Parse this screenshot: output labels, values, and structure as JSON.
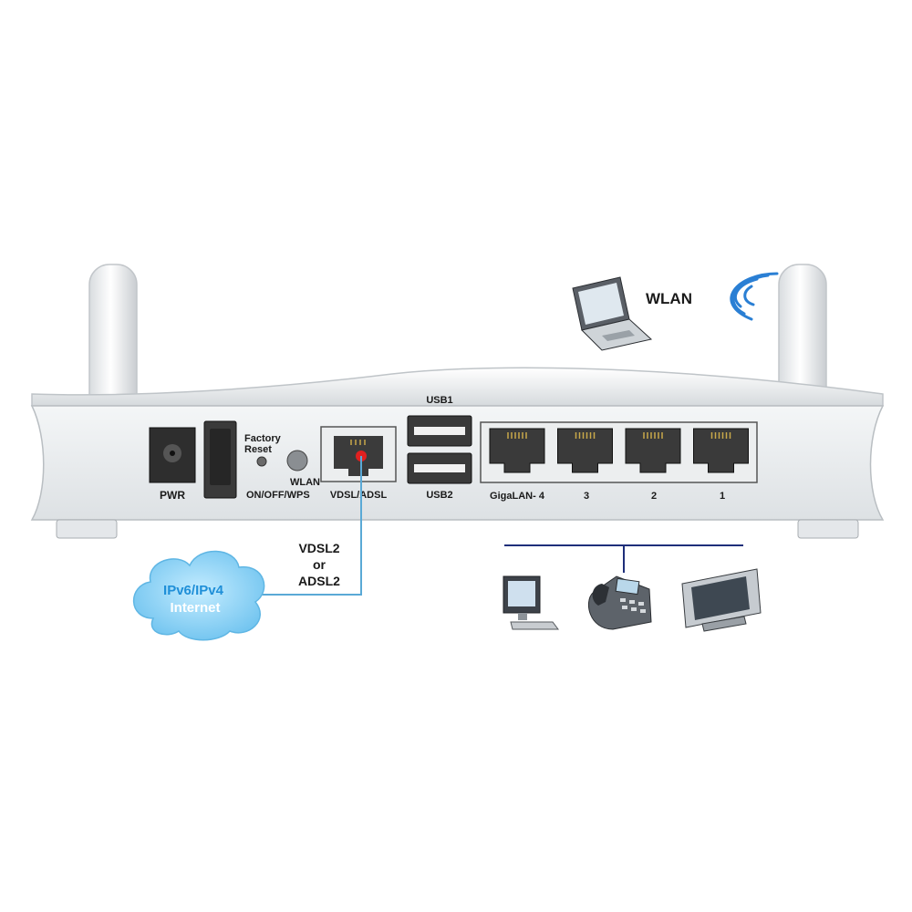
{
  "labels": {
    "pwr": "PWR",
    "factory_reset": [
      "Factory",
      "Reset"
    ],
    "wlan_button": [
      "WLAN",
      "ON/OFF/WPS"
    ],
    "vdsl_adsl": "VDSL/ADSL",
    "usb1": "USB1",
    "usb2": "USB2",
    "lan_ports": [
      "GigaLAN- 4",
      "3",
      "2",
      "1"
    ],
    "wlan": "WLAN",
    "connection": [
      "VDSL2",
      "or",
      "ADSL2"
    ],
    "cloud": [
      "IPv6/IPv4",
      "Internet"
    ]
  },
  "colors": {
    "router_body": "#e9ecef",
    "port_dark": "#3a3a3a",
    "vdsl_dot": "#e02020",
    "cable": "#5aa9d6",
    "cloud": "#8ed3f5",
    "lan_line": "#1e2e7a",
    "wlan_waves": "#2a7fd4"
  },
  "icons": [
    "laptop-icon",
    "wifi-waves-icon",
    "cloud-icon",
    "desktop-computer-icon",
    "ip-phone-icon",
    "tv-monitor-icon"
  ]
}
